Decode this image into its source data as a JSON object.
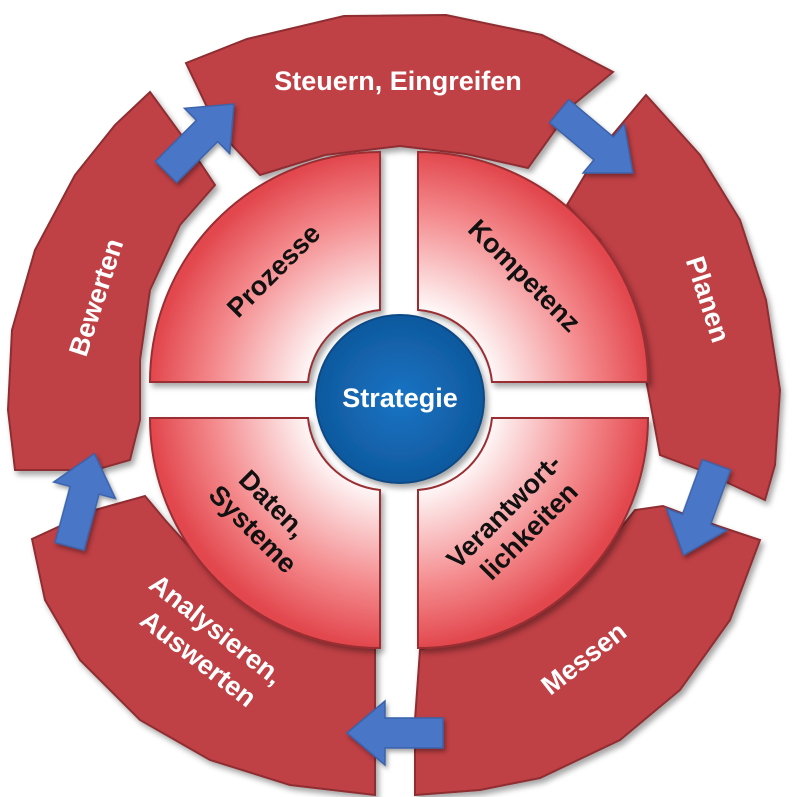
{
  "center": {
    "label": "Strategie"
  },
  "cycle": [
    {
      "id": "steuern",
      "label": "Steuern, Eingreifen"
    },
    {
      "id": "planen",
      "label": "Planen"
    },
    {
      "id": "messen",
      "label": "Messen"
    },
    {
      "id": "analysieren",
      "lines": [
        "Analysieren,",
        "Auswerten"
      ]
    },
    {
      "id": "bewerten",
      "label": "Bewerten"
    }
  ],
  "quadrants": [
    {
      "id": "prozesse",
      "lines": [
        "Prozesse"
      ]
    },
    {
      "id": "kompetenz",
      "lines": [
        "Kompetenz"
      ]
    },
    {
      "id": "verantwortlichkeiten",
      "lines": [
        "Verantwort-",
        "lichkeiten"
      ]
    },
    {
      "id": "daten-systeme",
      "lines": [
        "Daten,",
        "Systeme"
      ]
    }
  ],
  "colors": {
    "outer_ring": "#bf4044",
    "outer_ring_stroke": "#8f2d30",
    "quadrant_center": "#ffffff",
    "quadrant_edge": "#e2474d",
    "center_circle": "#1268b3",
    "arrow": "#4a76c6"
  }
}
